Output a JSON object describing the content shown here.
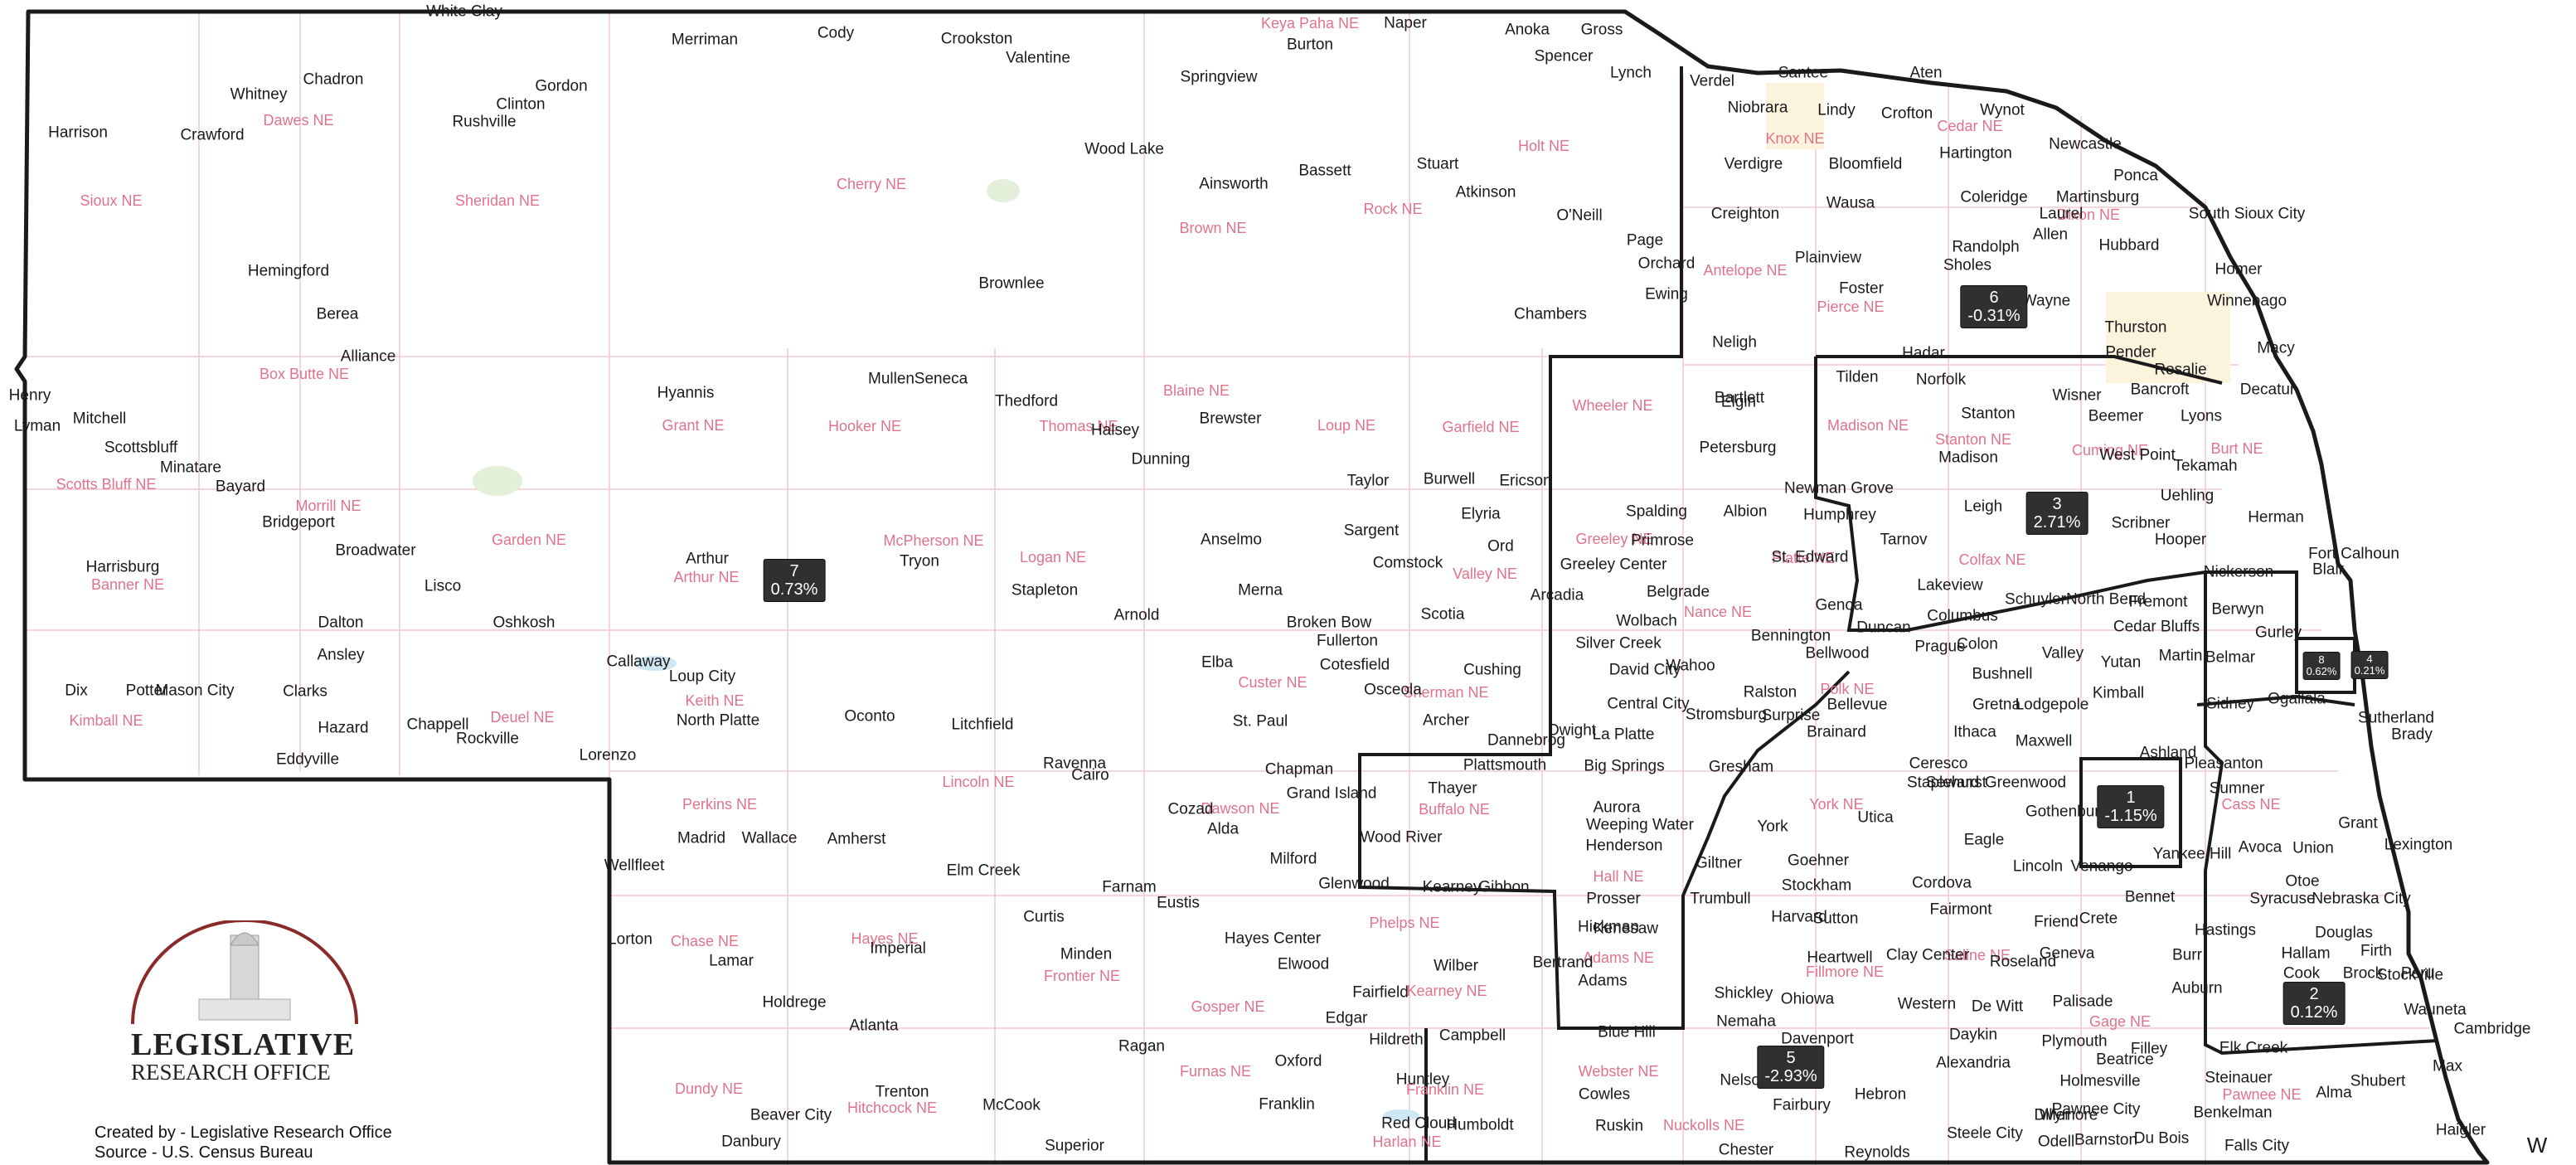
{
  "map": {
    "colors": {
      "district_border": "#1a1a1a",
      "county_border": "#f2c9d2",
      "city_label": "#1a1a1a",
      "county_label": "#e0738c",
      "district_badge": "#303030",
      "highlight": "#fbf3dc"
    },
    "districts": [
      {
        "number": "1",
        "change": "-1.15%"
      },
      {
        "number": "2",
        "change": "0.12%"
      },
      {
        "number": "3",
        "change": "2.71%"
      },
      {
        "number": "4",
        "change": "0.21%"
      },
      {
        "number": "5",
        "change": "-2.93%"
      },
      {
        "number": "6",
        "change": "-0.31%"
      },
      {
        "number": "7",
        "change": "0.73%"
      },
      {
        "number": "8",
        "change": "0.62%"
      }
    ],
    "counties": [
      "Sioux NE",
      "Dawes NE",
      "Sheridan NE",
      "Cherry NE",
      "Keya Paha NE",
      "Brown NE",
      "Rock NE",
      "Holt NE",
      "Knox NE",
      "Cedar NE",
      "Dixon NE",
      "Antelope NE",
      "Pierce NE",
      "Box Butte NE",
      "Grant NE",
      "Hooker NE",
      "Thomas NE",
      "Blaine NE",
      "Loup NE",
      "Garfield NE",
      "Wheeler NE",
      "Madison NE",
      "Stanton NE",
      "Cuming NE",
      "Burt NE",
      "Scotts Bluff NE",
      "Morrill NE",
      "Garden NE",
      "Arthur NE",
      "McPherson NE",
      "Logan NE",
      "Valley NE",
      "Greeley NE",
      "Platte NE",
      "Colfax NE",
      "Banner NE",
      "Custer NE",
      "Nance NE",
      "Keith NE",
      "Sherman NE",
      "Polk NE",
      "Kimball NE",
      "Deuel NE",
      "Lincoln NE",
      "Dawson NE",
      "Buffalo NE",
      "Perkins NE",
      "York NE",
      "Cass NE",
      "Hall NE",
      "Chase NE",
      "Hayes NE",
      "Frontier NE",
      "Phelps NE",
      "Adams NE",
      "Saline NE",
      "Fillmore NE",
      "Kearney NE",
      "Gosper NE",
      "Gage NE",
      "Furnas NE",
      "Franklin NE",
      "Webster NE",
      "Dundy NE",
      "Hitchcock NE",
      "Harlan NE",
      "Nuckolls NE",
      "Pawnee NE"
    ],
    "cities": [
      "White Clay",
      "Merriman",
      "Cody",
      "Crookston",
      "Valentine",
      "Naper",
      "Anoka",
      "Gross",
      "Burton",
      "Springview",
      "Spencer",
      "Lynch",
      "Verdel",
      "Santee",
      "Aten",
      "Niobrara",
      "Lindy",
      "Crofton",
      "Wynot",
      "Chadron",
      "Whitney",
      "Gordon",
      "Clinton",
      "Rushville",
      "Harrison",
      "Crawford",
      "Wood Lake",
      "Ainsworth",
      "Bassett",
      "Stuart",
      "Atkinson",
      "O'Neill",
      "Newcastle",
      "Verdigre",
      "Bloomfield",
      "Hartington",
      "Ponca",
      "Martinsburg",
      "South Sioux City",
      "Creighton",
      "Wausa",
      "Coleridge",
      "Laurel",
      "Allen",
      "Hubbard",
      "Page",
      "Orchard",
      "Plainview",
      "Randolph",
      "Sholes",
      "Homer",
      "Hemingford",
      "Brownlee",
      "Ewing",
      "Foster",
      "Wayne",
      "Winnebago",
      "Berea",
      "Chambers",
      "Neligh",
      "Thurston",
      "Alliance",
      "Hadar",
      "Norfolk",
      "Macy",
      "Pender",
      "Rosalie",
      "Henry",
      "Hyannis",
      "Mullen",
      "Seneca",
      "Thedford",
      "Halsey",
      "Brewster",
      "Tilden",
      "Bancroft",
      "Decatur",
      "Lyman",
      "Mitchell",
      "Bartlett",
      "Elgin",
      "Stanton",
      "Wisner",
      "Beemer",
      "Lyons",
      "Scottsbluff",
      "Minatare",
      "Dunning",
      "Petersburg",
      "Madison",
      "West Point",
      "Tekamah",
      "Bayard",
      "Bridgeport",
      "Taylor",
      "Burwell",
      "Ericson",
      "Newman Grove",
      "Uehling",
      "Broadwater",
      "Arthur",
      "Tryon",
      "Anselmo",
      "Sargent",
      "Elyria",
      "Spalding",
      "Albion",
      "Humphrey",
      "Leigh",
      "Scribner",
      "Hooper",
      "Herman",
      "Harrisburg",
      "Ord",
      "Primrose",
      "Comstock",
      "Greeley Center",
      "Tarnov",
      "Nickerson",
      "Lisco",
      "Stapleton",
      "Merna",
      "St. Edward",
      "Blair",
      "Belgrade",
      "Lakeview",
      "Schuyler",
      "North Bend",
      "Fort Calhoun",
      "Oshkosh",
      "Dalton",
      "Arnold",
      "Broken Bow",
      "Scotia",
      "Arcadia",
      "Wolbach",
      "Genoa",
      "Duncan",
      "Columbus",
      "Fremont",
      "Cedar Bluffs",
      "Berwyn",
      "Fullerton",
      "Bennington",
      "Gurley",
      "Ansley",
      "Cotesfield",
      "Silver Creek",
      "Bellwood",
      "Prague",
      "Colon",
      "Valley",
      "Yutan",
      "Belmar",
      "Martin",
      "Callaway",
      "Loup City",
      "Elba",
      "Cushing",
      "David City",
      "Wahoo",
      "Bushnell",
      "Kimball",
      "Dix",
      "Potter",
      "Mason City",
      "Clarks",
      "Osceola",
      "Ralston",
      "Bellevue",
      "Ogallala",
      "Sutherland",
      "North Platte",
      "Oconto",
      "Litchfield",
      "St. Paul",
      "Archer",
      "Central City",
      "Stromsburg",
      "Surprise",
      "Brainard",
      "Ithaca",
      "Gretna",
      "Lodgepole",
      "Sidney",
      "Chappell",
      "Hazard",
      "Rockville",
      "Dannebrog",
      "Dwight",
      "La Platte",
      "Maxwell",
      "Brady",
      "Ravenna",
      "Cairo",
      "Plattsmouth",
      "Big Springs",
      "Lorenzo",
      "Eddyville",
      "Chapman",
      "Gresham",
      "Ceresco",
      "Ashland",
      "Pleasanton",
      "Thayer",
      "Staplehurst",
      "Greenwood",
      "Sumner",
      "Grand Island",
      "Aurora",
      "York",
      "Utica",
      "Seward",
      "Gothenburg",
      "Cozad",
      "Alda",
      "Weeping Water",
      "Grant",
      "Madrid",
      "Wallace",
      "Amherst",
      "Wood River",
      "Henderson",
      "Goehner",
      "Eagle",
      "Avoca",
      "Union",
      "Lexington",
      "Milford",
      "Lincoln",
      "Yankee Hill",
      "Venango",
      "Wellfleet",
      "Elm Creek",
      "Glenwood",
      "Kearney",
      "Gibbon",
      "Giltner",
      "Stockham",
      "Cordova",
      "Otoe",
      "Farnam",
      "Eustis",
      "Prosser",
      "Trumbull",
      "Bennet",
      "Syracuse",
      "Nebraska City",
      "Curtis",
      "Harvard",
      "Sutton",
      "Fairmont",
      "Friend",
      "Crete",
      "Hickman",
      "Kenesaw",
      "Hastings",
      "Douglas",
      "Lorton",
      "Lamar",
      "Imperial",
      "Hayes Center",
      "Elwood",
      "Bertrand",
      "Heartwell",
      "Clay Center",
      "Geneva",
      "Hallam",
      "Firth",
      "Burr",
      "Cook",
      "Brock",
      "Peru",
      "Stockville",
      "Minden",
      "Wilber",
      "Roseland",
      "Adams",
      "Auburn",
      "Wauneta",
      "Holdrege",
      "Fairfield",
      "Shickley",
      "Ohiowa",
      "Western",
      "De Witt",
      "Palisade",
      "Atlanta",
      "Edgar",
      "Nemaha",
      "Cambridge",
      "Ragan",
      "Hildreth",
      "Campbell",
      "Blue Hill",
      "Davenport",
      "Daykin",
      "Plymouth",
      "Filley",
      "Elk Creek",
      "Oxford",
      "Huntley",
      "Alexandria",
      "Beatrice",
      "McCook",
      "Trenton",
      "Cowles",
      "Nelson",
      "Hebron",
      "Holmesville",
      "Steinauer",
      "Shubert",
      "Max",
      "Beaver City",
      "Franklin",
      "Humboldt",
      "Alma",
      "Red Cloud",
      "Ruskin",
      "Fairbury",
      "Diller",
      "Wymore",
      "Pawnee City",
      "Benkelman",
      "Danbury",
      "Superior",
      "Chester",
      "Reynolds",
      "Steele City",
      "Odell",
      "Barnston",
      "Du Bois",
      "Falls City",
      "Haigler"
    ],
    "edge_label": "W"
  },
  "logo": {
    "line1": "LEGISLATIVE",
    "line2": "RESEARCH OFFICE"
  },
  "credits": {
    "created_by": "Created by - Legislative Research Office",
    "source": "Source - U.S. Census Bureau"
  }
}
